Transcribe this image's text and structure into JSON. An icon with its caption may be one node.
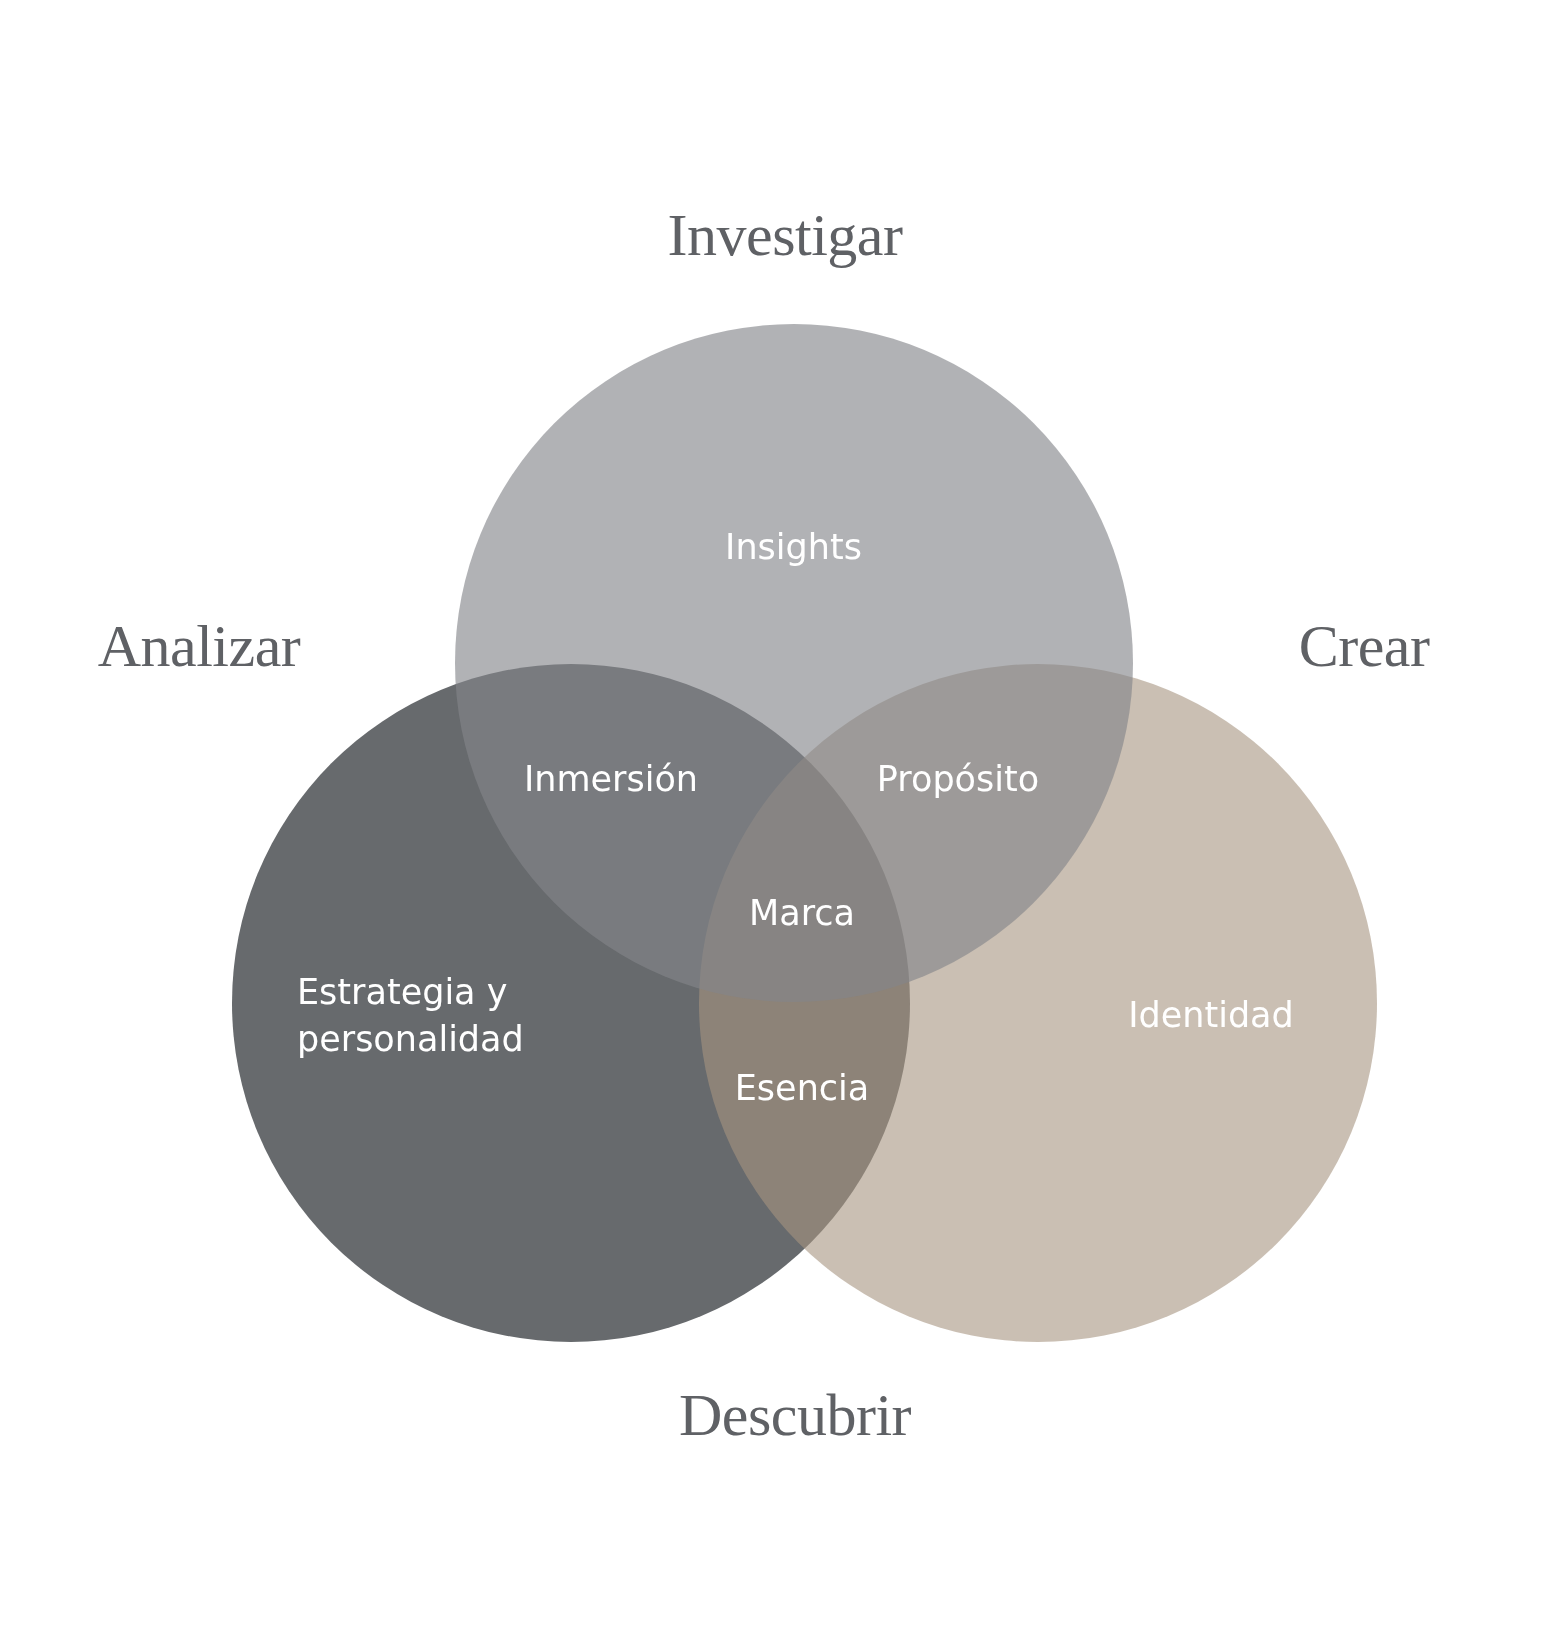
{
  "diagram": {
    "nodes": [
      {
        "text": [
          "Investigar",
          "Insights"
        ]
      },
      {
        "text": [
          "Analizar",
          "Estrategia y personalidad"
        ]
      },
      {
        "text": [
          "Crear",
          "Identidad"
        ]
      }
    ],
    "labels": [
      "Inmersión",
      "Propósito",
      "Marca",
      "Esencia",
      "Descubrir"
    ]
  }
}
